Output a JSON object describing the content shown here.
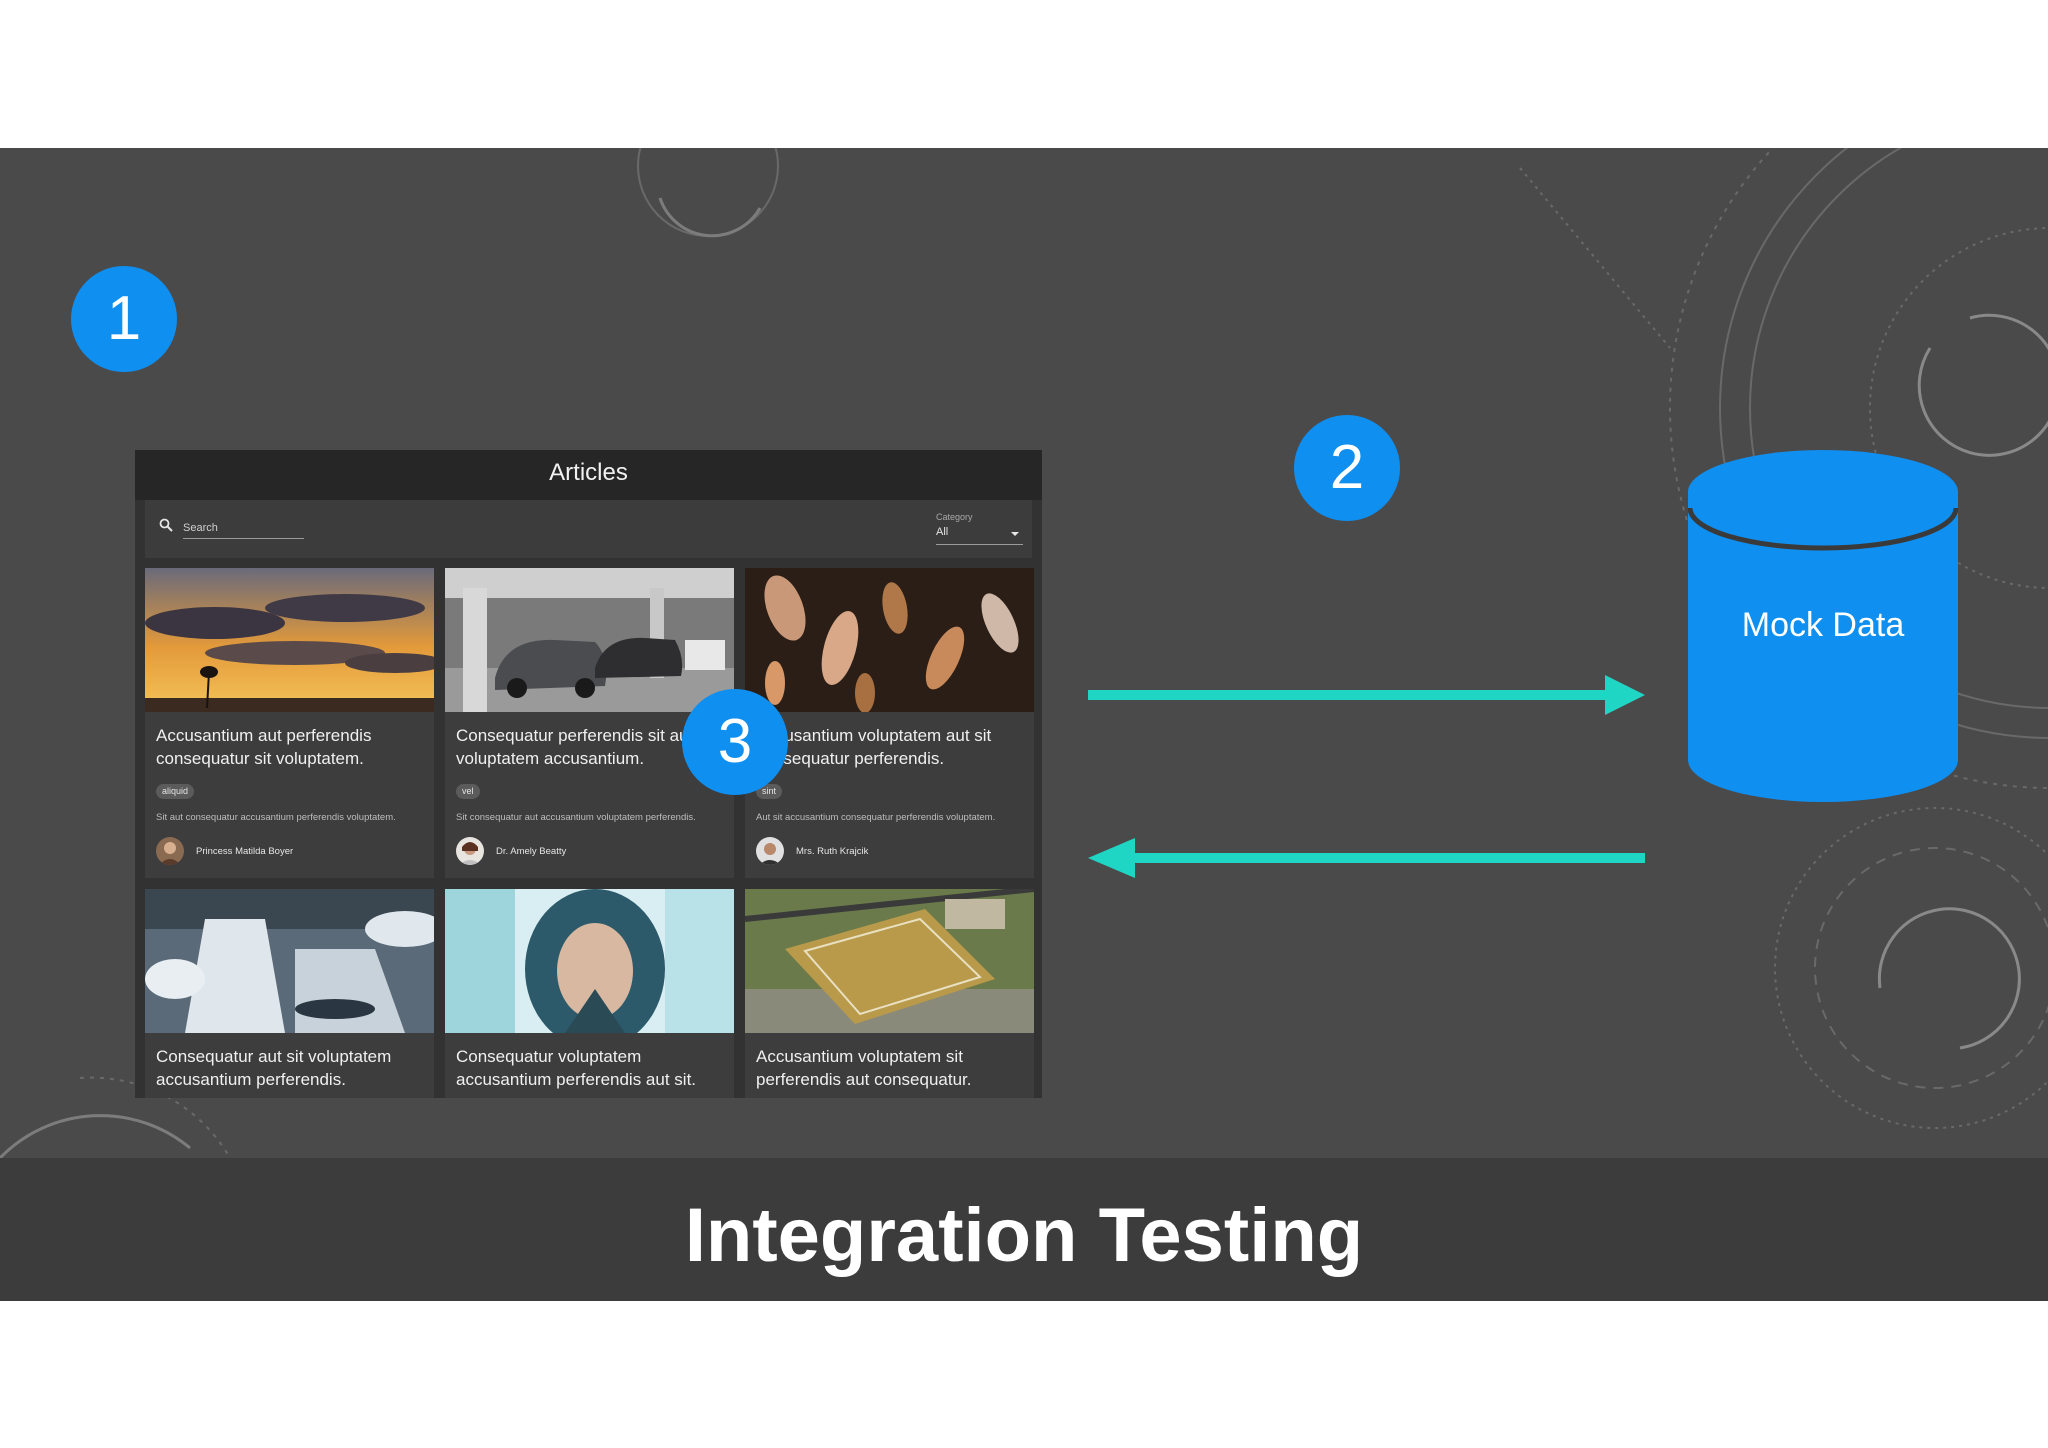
{
  "caption": "Integration Testing",
  "colors": {
    "slide_bg": "#4b4a4b",
    "accent_blue": "#0f8ff0",
    "arrow_teal": "#1fd6c4"
  },
  "badges": [
    "1",
    "2",
    "3"
  ],
  "database": {
    "label": "Mock Data"
  },
  "app": {
    "title": "Articles",
    "search": {
      "placeholder": "Search"
    },
    "category": {
      "label": "Category",
      "value": "All"
    },
    "cards": [
      {
        "title": "Accusantium aut perferendis consequatur sit voluptatem.",
        "tag": "aliquid",
        "description": "Sit aut consequatur accusantium perferendis voluptatem.",
        "author": "Princess Matilda Boyer",
        "image": "sunset-palm"
      },
      {
        "title": "Consequatur perferendis sit aut voluptatem accusantium.",
        "tag": "vel",
        "description": "Sit consequatur aut accusantium voluptatem perferendis.",
        "author": "Dr. Amely Beatty",
        "image": "parking-garage"
      },
      {
        "title": "Accusantium voluptatem aut sit consequatur perferendis.",
        "tag": "sint",
        "description": "Aut sit accusantium consequatur perferendis voluptatem.",
        "author": "Mrs. Ruth Krajcik",
        "image": "koi-fish"
      },
      {
        "title": "Consequatur aut sit voluptatem accusantium perferendis.",
        "image": "waterfall"
      },
      {
        "title": "Consequatur voluptatem accusantium perferendis aut sit.",
        "image": "woman-portrait"
      },
      {
        "title": "Accusantium voluptatem sit perferendis aut consequatur.",
        "image": "aerial-construction"
      }
    ]
  }
}
